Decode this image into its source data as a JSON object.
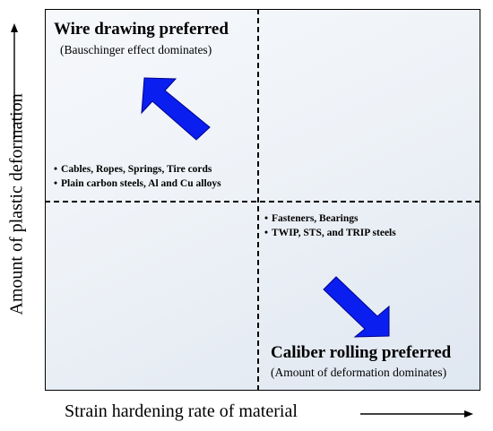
{
  "quadrants": {
    "top_left": {
      "title": "Wire drawing preferred",
      "subtitle": "(Bauschinger effect dominates)",
      "bullets": [
        "Cables, Ropes, Springs,  Tire cords",
        "Plain carbon steels, Al and Cu alloys"
      ]
    },
    "bottom_right": {
      "title": "Caliber rolling preferred",
      "subtitle": "(Amount of deformation dominates)",
      "bullets": [
        "Fasteners, Bearings",
        "TWIP,  STS,  and TRIP steels"
      ]
    }
  },
  "axes": {
    "x_label": "Strain hardening rate of material",
    "y_label": "Amount of plastic deformation"
  },
  "colors": {
    "arrow_fill": "#0a1ef0",
    "background": "#eef2f7"
  }
}
